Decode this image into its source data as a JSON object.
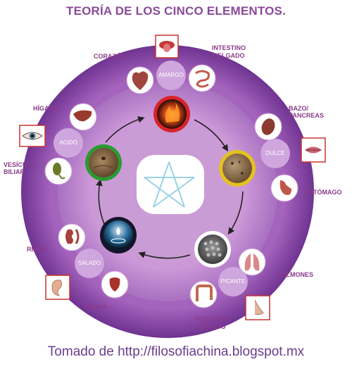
{
  "title": "TEORÍA DE LOS CINCO ELEMENTOS.",
  "footer": "Tomado de http://filosofiachina.blogspot.mx",
  "organs": {
    "corazon": "CORAZÓN",
    "intestino_delgado_1": "INTESTINO",
    "intestino_delgado_2": "DELGADO",
    "bazo_1": "BAZO/",
    "bazo_2": "PANCREAS",
    "estomago": "ESTÓMAGO",
    "pulmones": "PULMONES",
    "intestino_grueso_1": "INTESTINO",
    "intestino_grueso_2": "GRUESO",
    "vejiga": "VEJIGA",
    "rinon": "RIÑON",
    "vesicula_1": "VESÍCULA",
    "vesicula_2": "BILIAR",
    "higado": "HÍGADO"
  },
  "flavors": {
    "amargo": "AMARGO",
    "dulce": "DULCE",
    "picante": "PICANTE",
    "salado": "SALADO",
    "acido": "ACIDO"
  },
  "icons": [
    "fire-element-icon",
    "earth-element-icon",
    "metal-element-icon",
    "water-element-icon",
    "wood-element-icon",
    "heart-icon",
    "small-intestine-icon",
    "spleen-icon",
    "stomach-icon",
    "lungs-icon",
    "large-intestine-icon",
    "bladder-icon",
    "kidney-icon",
    "gallbladder-icon",
    "liver-icon",
    "tongue-icon",
    "lips-icon",
    "nose-icon",
    "ear-icon",
    "eye-icon",
    "pentagram-icon"
  ],
  "colors": {
    "outer_ring": "#8a4aa6",
    "inner_ring": "#b47ec8",
    "flavor_bubble": "#cfa6dd",
    "label": "#8a3a8a",
    "title": "#8a4a9a"
  }
}
